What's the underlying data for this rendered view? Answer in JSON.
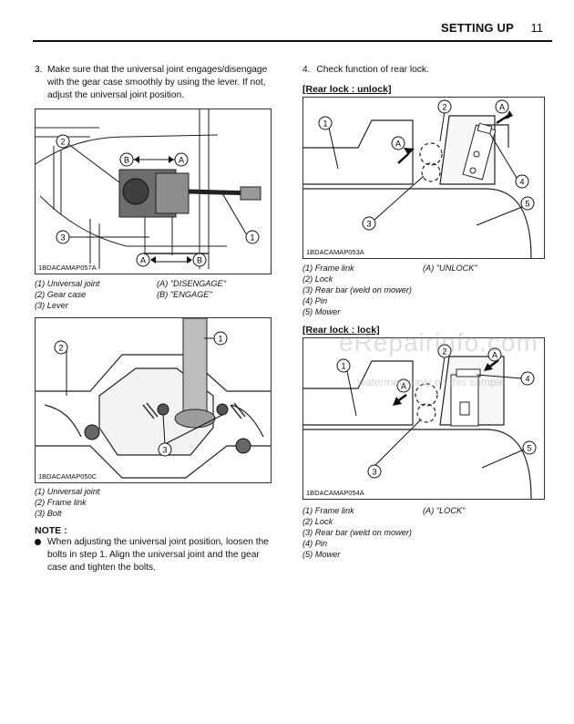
{
  "header": {
    "title": "SETTING UP",
    "page": "11"
  },
  "left": {
    "step3": {
      "num": "3.",
      "line1": "Make sure that the universal joint engages/disengage",
      "line2": "with the gear case smoothly by using the lever. If not,",
      "line3": "adjust the universal joint position."
    },
    "fig1": {
      "id": "1BDACAMAP057A",
      "captions": {
        "c1": "(1) Universal joint",
        "c2": "(2) Gear case",
        "c3": "(3) Lever",
        "a": "(A) \"DISENGAGE\"",
        "b": "(B) \"ENGAGE\""
      }
    },
    "fig2": {
      "id": "1BDACAMAP050C",
      "captions": {
        "c1": "(1) Universal joint",
        "c2": "(2) Frame link",
        "c3": "(3) Bolt"
      }
    },
    "note": {
      "title": "NOTE :",
      "line1": "When adjusting the universal joint position, loosen the",
      "line2": "bolts in step 1. Align the universal joint and the gear",
      "line3": "case and tighten the bolts."
    }
  },
  "right": {
    "step4": {
      "num": "4.",
      "text": "Check function of rear lock."
    },
    "fig3": {
      "heading": "[Rear lock : unlock]",
      "id": "1BDACAMAP053A",
      "captions": {
        "c1": "(1) Frame link",
        "c2": "(2) Lock",
        "c3": "(3) Rear bar (weld on mower)",
        "c4": "(4) Pin",
        "c5": "(5) Mower",
        "a": "(A) \"UNLOCK\""
      }
    },
    "fig4": {
      "heading": "[Rear lock : lock]",
      "id": "1BDACAMAP054A",
      "captions": {
        "c1": "(1) Frame link",
        "c2": "(2) Lock",
        "c3": "(3) Rear bar (weld on mower)",
        "c4": "(4) Pin",
        "c5": "(5) Mower",
        "a": "(A) \"LOCK\""
      }
    }
  },
  "callouts": {
    "n1": "1",
    "n2": "2",
    "n3": "3",
    "n4": "4",
    "n5": "5",
    "A": "A",
    "B": "B"
  },
  "watermark": {
    "main": "eRepairinfo.com",
    "sub": "watermark only on this sample"
  }
}
